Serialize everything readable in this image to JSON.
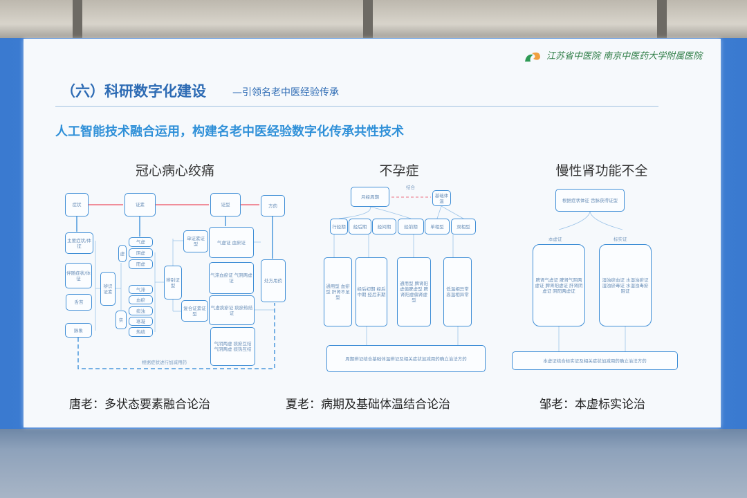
{
  "logo": {
    "text": "江苏省中医院 南京中医药大学附属医院"
  },
  "slide": {
    "title": "（六）科研数字化建设",
    "subtitle": "—引领名老中医经验传承",
    "headline": "人工智能技术融合运用，构建名老中医经验数字化传承共性技术",
    "sections": [
      "冠心病心绞痛",
      "不孕症",
      "慢性肾功能不全"
    ],
    "captions": [
      "唐老：多状态要素融合论治",
      "夏老：病期及基础体温结合论治",
      "邹老：本虚标实论治"
    ]
  },
  "d1": {
    "boxes": [
      "症状",
      "证素",
      "证型",
      "方药",
      "主要症状/体征",
      "伴随症状/体征",
      "舌苔",
      "脉象",
      "辨识证素",
      "虚",
      "实",
      "气虚",
      "阴虚",
      "阳虚",
      "气滞",
      "血瘀",
      "痰浊",
      "寒凝",
      "热结",
      "辨别证型",
      "单证素证型",
      "复合证素证型",
      "气虚证 血瘀证",
      "气滞血瘀证 气阴两虚证",
      "气虚痰瘀证 痰瘀热结证",
      "气阴两虚 痰瘀互结 气阴两虚 痰热互结",
      "处方用药"
    ],
    "note": "根据症状进行加减用药"
  },
  "d2": {
    "link": "结合",
    "boxes": [
      "月经周期",
      "基础体温",
      "行经期",
      "经后期",
      "经间期",
      "经前期",
      "单相型",
      "双相型",
      "通用型 血瘀型 肝肾不足型",
      "经后初期 经后中期 经后末期",
      "通用型 脾肾阳虚偏脾虚型 脾肾阳虚偏肾虚型",
      "低温相异常 高温相异常",
      "周期辨证结合基础体温辨证及相关症状加减用药确立治法方药"
    ]
  },
  "d3": {
    "top": "根据症状体征 舌脉获得证型",
    "labels": [
      "本虚证",
      "标实证"
    ],
    "boxes": [
      "脾肾气虚证 脾肾气阴两虚证 脾肾阳虚证 肝肾阴虚证 阴阳两虚证",
      "湿浊瘀血证 水湿浊瘀证 湿浊瘀毒证 水湿浊毒瘀阻证"
    ],
    "bottom": "本虚证结合标实证及相关症状加减用药确立治法方药"
  }
}
